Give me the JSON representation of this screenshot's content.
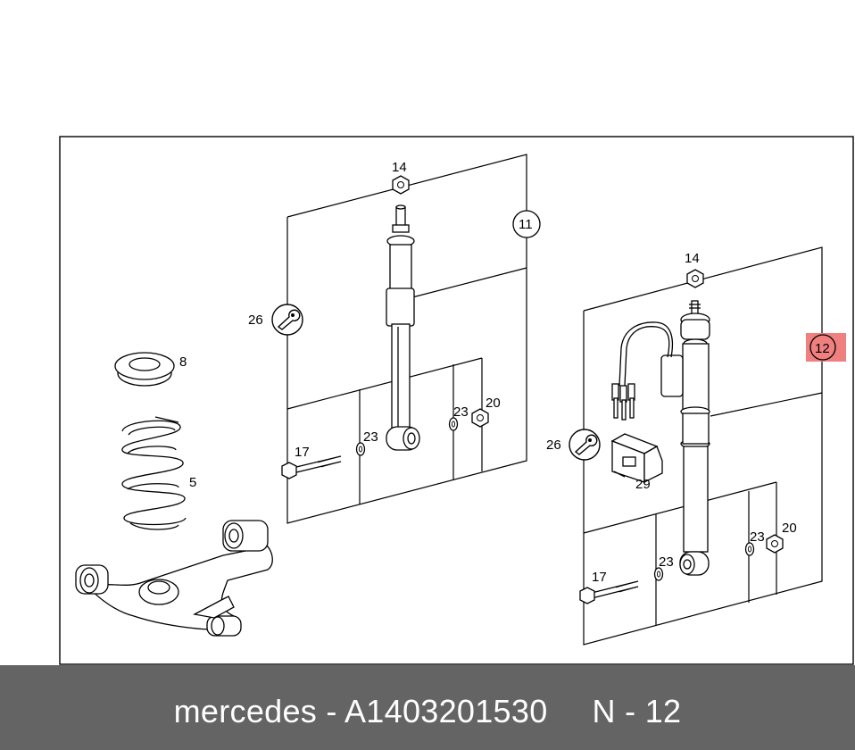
{
  "diagram": {
    "callouts": {
      "c14_left": "14",
      "c11": "11",
      "c26_left": "26",
      "c8": "8",
      "c5": "5",
      "c17_left": "17",
      "c23_left_a": "23",
      "c23_left_b": "23",
      "c20_left": "20",
      "c14_right": "14",
      "c12": "12",
      "c26_right": "26",
      "c29": "29",
      "c17_right": "17",
      "c23_right_a": "23",
      "c23_right_b": "23",
      "c20_right": "20"
    },
    "highlight_color": "#f07f7f"
  },
  "footer": {
    "part_info": "mercedes - A1403201530",
    "page_code": "N - 12",
    "background": "#646464"
  }
}
